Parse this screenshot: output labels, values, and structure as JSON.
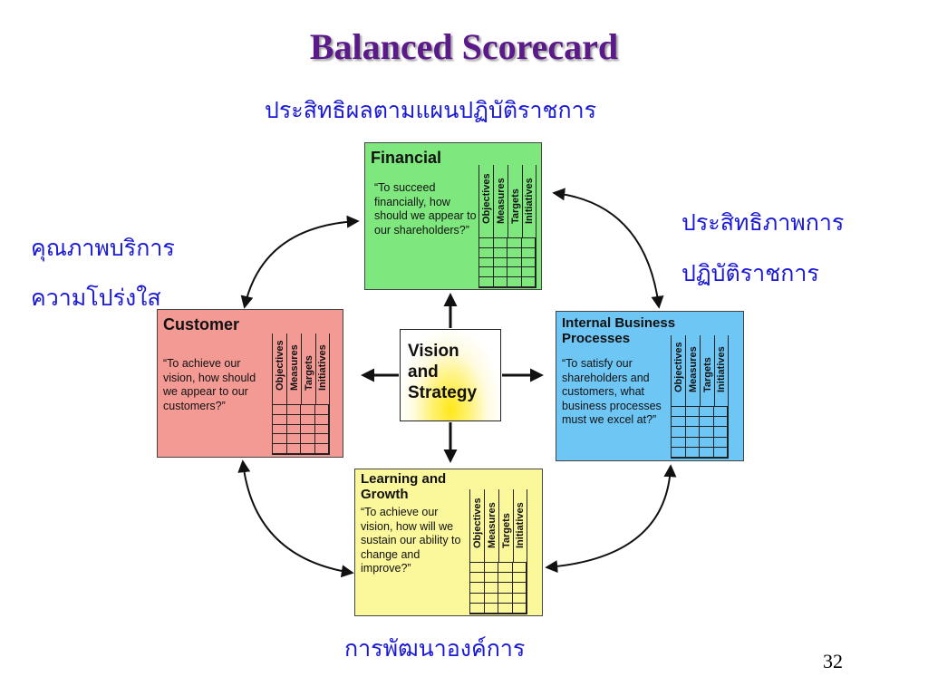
{
  "title": "Balanced Scorecard",
  "page_number": "32",
  "labels": {
    "top": "ประสิทธิผลตามแผนปฏิบัติราชการ",
    "right_line1": "ประสิทธิภาพการ",
    "right_line2": "ปฏิบัติราชการ",
    "left_line1": "คุณภาพบริการ",
    "left_line2": "ความโปร่งใส",
    "bottom": "การพัฒนาองค์การ"
  },
  "columns": [
    "Objectives",
    "Measures",
    "Targets",
    "Initiatives"
  ],
  "center": {
    "lines": [
      "Vision",
      "and",
      "Strategy"
    ]
  },
  "boxes": {
    "financial": {
      "title": "Financial",
      "question": "“To succeed financially, how should we appear to our shareholders?”",
      "color": "#7ee87e"
    },
    "customer": {
      "title": "Customer",
      "question": "“To achieve our vision, how should we appear to our customers?”",
      "color": "#f39a94"
    },
    "internal": {
      "title": "Internal Business Processes",
      "question": "“To satisfy our shareholders and customers, what business processes must we excel at?”",
      "color": "#6ec6f5"
    },
    "learning": {
      "title": "Learning and Growth",
      "question": "“To achieve our vision, how will we sustain our ability to change and improve?”",
      "color": "#fbf79b"
    }
  }
}
